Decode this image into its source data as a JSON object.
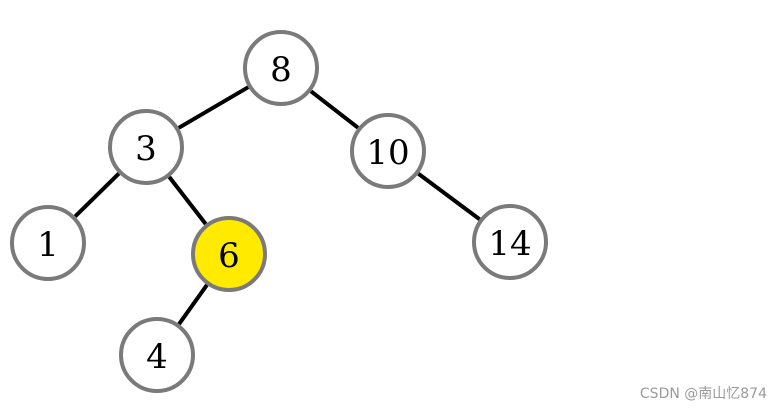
{
  "tree": {
    "nodes": [
      {
        "id": "n8",
        "label": "8",
        "highlighted": false
      },
      {
        "id": "n3",
        "label": "3",
        "highlighted": false
      },
      {
        "id": "n10",
        "label": "10",
        "highlighted": false
      },
      {
        "id": "n1",
        "label": "1",
        "highlighted": false
      },
      {
        "id": "n6",
        "label": "6",
        "highlighted": true
      },
      {
        "id": "n14",
        "label": "14",
        "highlighted": false
      },
      {
        "id": "n4",
        "label": "4",
        "highlighted": false
      }
    ],
    "edges": [
      {
        "from": "n8",
        "to": "n3"
      },
      {
        "from": "n8",
        "to": "n10"
      },
      {
        "from": "n3",
        "to": "n1"
      },
      {
        "from": "n3",
        "to": "n6"
      },
      {
        "from": "n10",
        "to": "n14"
      },
      {
        "from": "n6",
        "to": "n4"
      }
    ]
  },
  "colors": {
    "node_fill": "#ffffff",
    "highlight_fill": "#ffea00",
    "node_stroke": "#7a7a7a",
    "edge": "#000000"
  },
  "watermark": "CSDN @南山忆874"
}
